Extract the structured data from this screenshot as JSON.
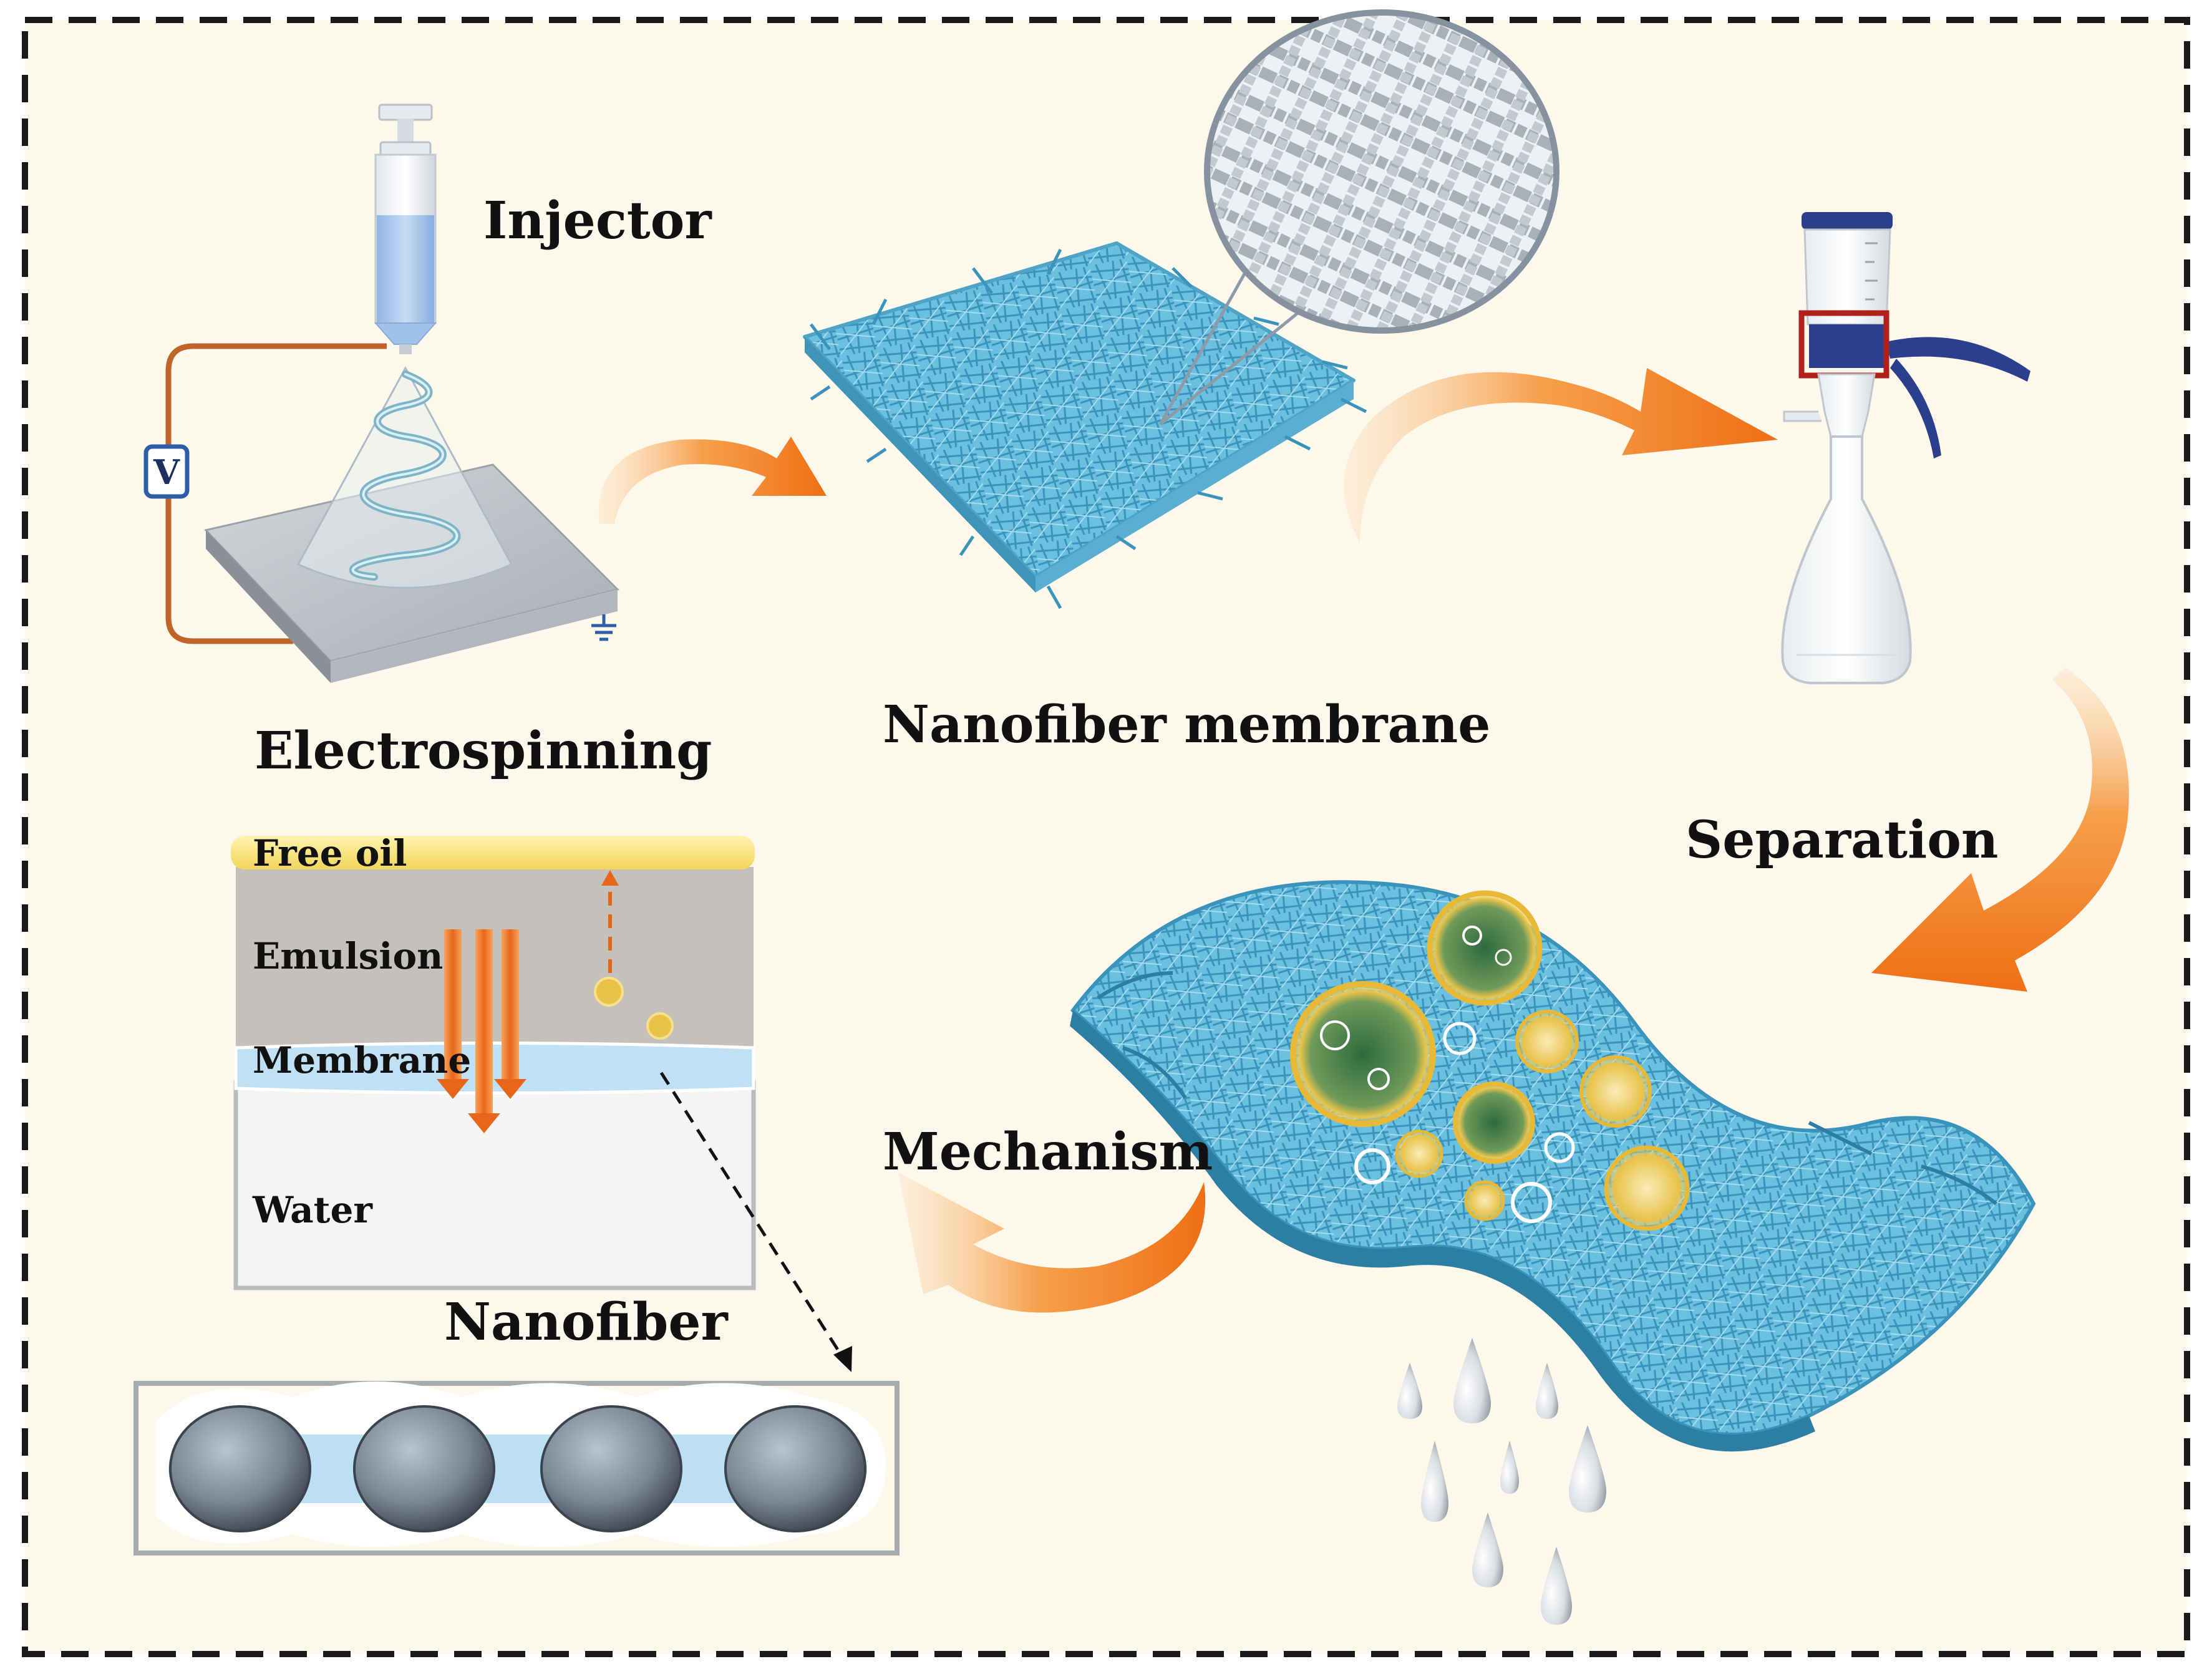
{
  "labels": {
    "injector": "Injector",
    "voltage": "V",
    "electrospinning": "Electrospinning",
    "nanofiber_membrane": "Nanofiber membrane",
    "separation": "Separation",
    "mechanism": "Mechanism",
    "nanofiber": "Nanofiber"
  },
  "layers": {
    "free_oil": "Free oil",
    "emulsion": "Emulsion",
    "membrane": "Membrane",
    "water": "Water"
  },
  "colors": {
    "background": "#fdf8ec",
    "border": "#1a1a1a",
    "arrow_orange": "#f07a1c",
    "fiber_blue": "#58b6d8",
    "wire": "#c0642a",
    "oil_yellow": "#f8e27a",
    "emulsion_gray": "#c4c0bb",
    "membrane_blue": "#bfe0f5",
    "water_white": "#f4f4f2",
    "highlight_red": "#b0201c",
    "funnel_cap": "#2b3f8c"
  },
  "icons": [
    "syringe-icon",
    "voltage-source-icon",
    "ground-icon",
    "vacuum-filter-icon",
    "droplet-icon"
  ]
}
